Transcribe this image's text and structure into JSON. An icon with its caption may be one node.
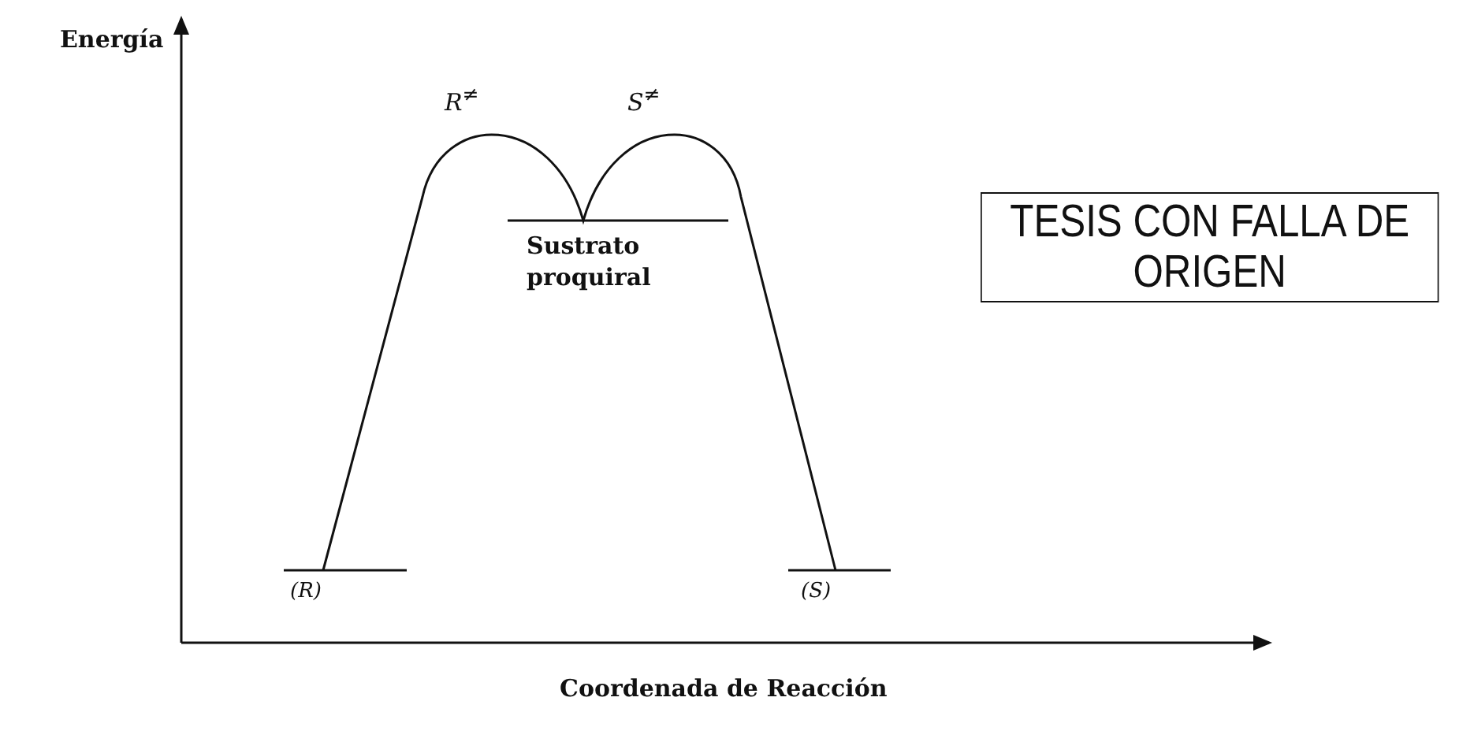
{
  "diagram": {
    "labels": [
      "Energía",
      "R$^{≠}$",
      "S$^{≠}$",
      "Sustrato proquiral",
      "(R)",
      "(S)",
      "Coordenada de Reacción",
      "TESIS CON FALLA DE ORIGEN"
    ]
  }
}
